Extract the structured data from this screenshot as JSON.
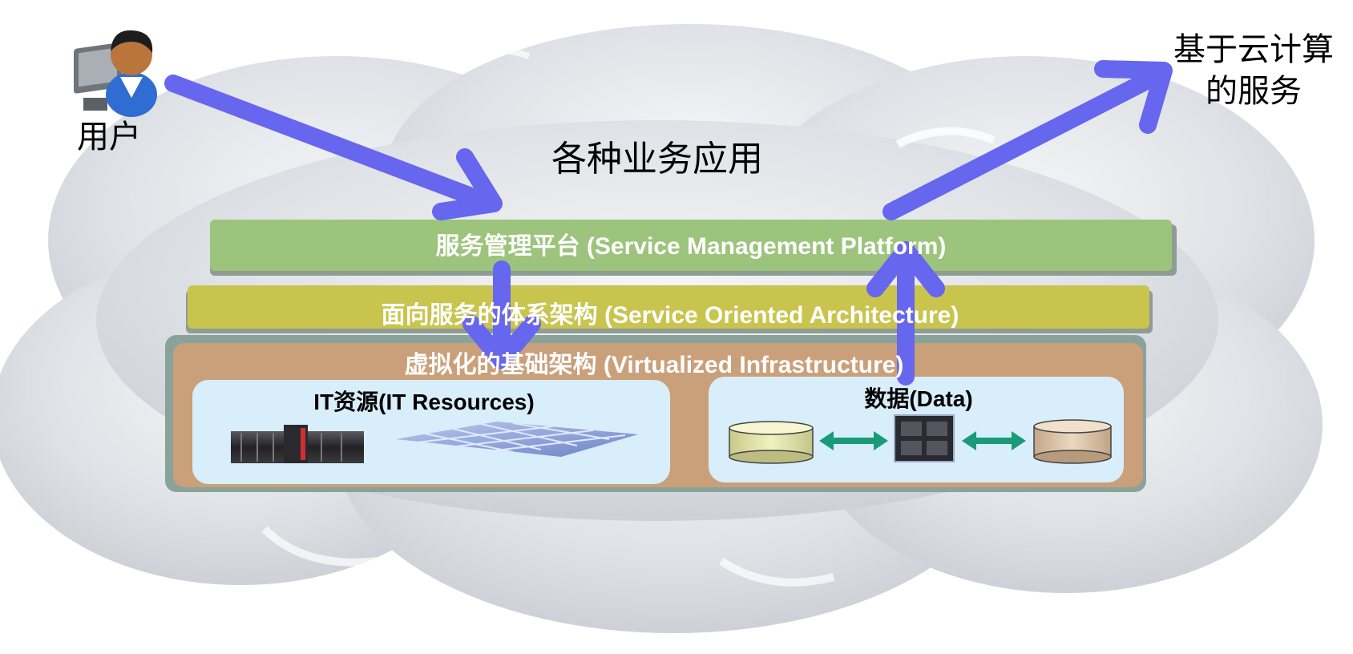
{
  "user": {
    "label": "用户"
  },
  "service": {
    "label_line1": "基于云计算",
    "label_line2": "的服务"
  },
  "apps": {
    "label": "各种业务应用"
  },
  "layers": {
    "smp": {
      "label": "服务管理平台 (Service Management Platform)",
      "color": "#9cc47c"
    },
    "soa": {
      "label": "面向服务的体系架构 (Service Oriented Architecture)",
      "color": "#c9c44e"
    },
    "vi": {
      "label": "虚拟化的基础架构 (Virtualized Infrastructure)",
      "color": "#c8a07c"
    }
  },
  "it_resources": {
    "title": "IT资源(IT  Resources)"
  },
  "data_box": {
    "title": "数据(Data)"
  },
  "colors": {
    "arrow": "#6666ee",
    "panel": "#d8eefa",
    "cloud": "#e3e5e9",
    "sync_arrow": "#1a9a78"
  }
}
